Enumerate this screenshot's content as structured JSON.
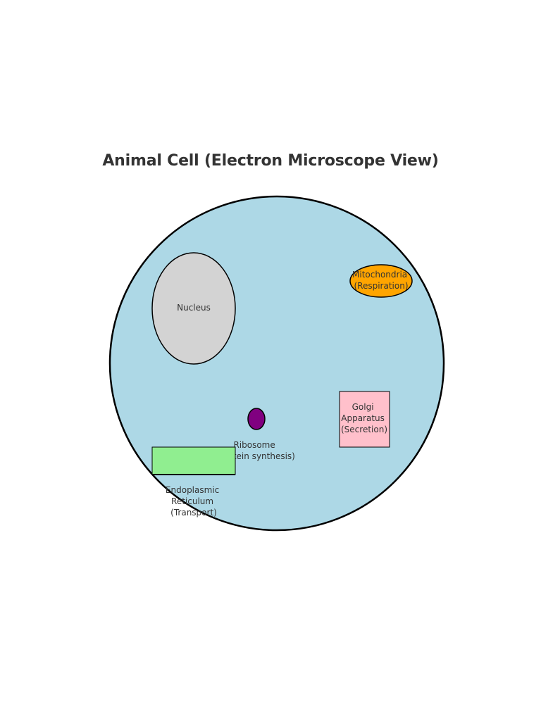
{
  "title": "Animal Cell (Electron Microscope View)",
  "colors": {
    "cytoplasm": "#add8e6",
    "nucleus": "#d3d3d3",
    "mitochondria": "#ffa500",
    "golgi": "#ffc0cb",
    "ribosome": "#800080",
    "endoplasmic_reticulum": "#90ee90",
    "outline": "#000000",
    "text": "#333333"
  },
  "organelles": {
    "nucleus": {
      "lines": [
        "Nucleus"
      ]
    },
    "mitochondria": {
      "lines": [
        "Mitochondria",
        "(Respiration)"
      ]
    },
    "golgi": {
      "lines": [
        "Golgi",
        "Apparatus",
        "(Secretion)"
      ]
    },
    "ribosome": {
      "lines": [
        "Ribosome",
        "(Protein synthesis)"
      ]
    },
    "endoplasmic_reticulum": {
      "lines": [
        "Endoplasmic",
        "Reticulum",
        "(Transport)"
      ]
    }
  }
}
